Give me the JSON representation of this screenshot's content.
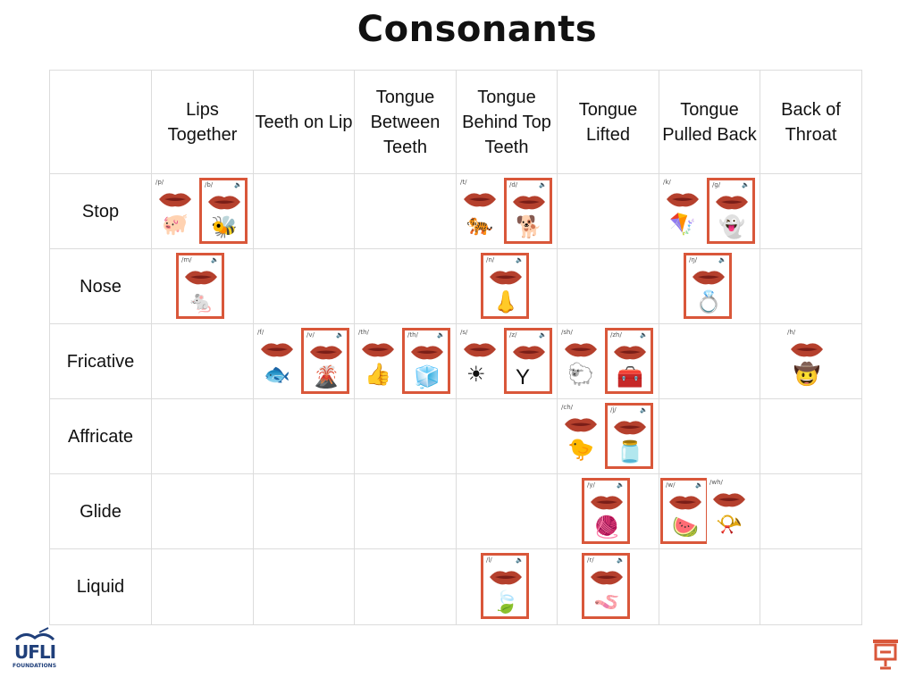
{
  "title": "Consonants",
  "columns": [
    "Lips Together",
    "Teeth on Lip",
    "Tongue Between Teeth",
    "Tongue Behind Top Teeth",
    "Tongue Lifted",
    "Tongue Pulled Back",
    "Back of Throat"
  ],
  "rows": [
    "Stop",
    "Nose",
    "Fricative",
    "Affricate",
    "Glide",
    "Liquid"
  ],
  "cards": [
    {
      "row": 0,
      "col": 0,
      "slot": 0,
      "label": "/p/",
      "pic": "pig",
      "hl": false,
      "spk": false
    },
    {
      "row": 0,
      "col": 0,
      "slot": 1,
      "label": "/b/",
      "pic": "bee",
      "hl": true,
      "spk": true
    },
    {
      "row": 0,
      "col": 3,
      "slot": 0,
      "label": "/t/",
      "pic": "tiger",
      "hl": false,
      "spk": false
    },
    {
      "row": 0,
      "col": 3,
      "slot": 1,
      "label": "/d/",
      "pic": "dog",
      "hl": true,
      "spk": true
    },
    {
      "row": 0,
      "col": 5,
      "slot": 0,
      "label": "/k/",
      "pic": "kite",
      "hl": false,
      "spk": false
    },
    {
      "row": 0,
      "col": 5,
      "slot": 1,
      "label": "/g/",
      "pic": "ghost",
      "hl": true,
      "spk": true
    },
    {
      "row": 1,
      "col": 0,
      "slot": 2,
      "label": "/m/",
      "pic": "mouse",
      "hl": true,
      "spk": true
    },
    {
      "row": 1,
      "col": 3,
      "slot": 2,
      "label": "/n/",
      "pic": "nose",
      "hl": true,
      "spk": true
    },
    {
      "row": 1,
      "col": 5,
      "slot": 2,
      "label": "/ŋ/",
      "pic": "ring",
      "hl": true,
      "spk": true
    },
    {
      "row": 2,
      "col": 1,
      "slot": 0,
      "label": "/f/",
      "pic": "fish",
      "hl": false,
      "spk": false
    },
    {
      "row": 2,
      "col": 1,
      "slot": 1,
      "label": "/v/",
      "pic": "volcano",
      "hl": true,
      "spk": true
    },
    {
      "row": 2,
      "col": 2,
      "slot": 0,
      "label": "/th/",
      "pic": "thumb",
      "hl": false,
      "spk": false
    },
    {
      "row": 2,
      "col": 2,
      "slot": 1,
      "label": "/th/",
      "pic": "cube",
      "hl": true,
      "spk": true
    },
    {
      "row": 2,
      "col": 3,
      "slot": 0,
      "label": "/s/",
      "pic": "sun",
      "hl": false,
      "spk": false
    },
    {
      "row": 2,
      "col": 3,
      "slot": 1,
      "label": "/z/",
      "pic": "zipper",
      "hl": true,
      "spk": true
    },
    {
      "row": 2,
      "col": 4,
      "slot": 0,
      "label": "/sh/",
      "pic": "sheep",
      "hl": false,
      "spk": false
    },
    {
      "row": 2,
      "col": 4,
      "slot": 1,
      "label": "/zh/",
      "pic": "treasure",
      "hl": true,
      "spk": true
    },
    {
      "row": 2,
      "col": 6,
      "slot": 2,
      "label": "/h/",
      "pic": "hat",
      "hl": false,
      "spk": false
    },
    {
      "row": 3,
      "col": 4,
      "slot": 0,
      "label": "/ch/",
      "pic": "chick",
      "hl": false,
      "spk": false
    },
    {
      "row": 3,
      "col": 4,
      "slot": 1,
      "label": "/j/",
      "pic": "jar",
      "hl": true,
      "spk": true
    },
    {
      "row": 4,
      "col": 4,
      "slot": 2,
      "label": "/y/",
      "pic": "yarn",
      "hl": true,
      "spk": true
    },
    {
      "row": 4,
      "col": 5,
      "slot": 0,
      "label": "/w/",
      "pic": "watermelon",
      "hl": true,
      "spk": true
    },
    {
      "row": 4,
      "col": 5,
      "slot": 1,
      "label": "/wh/",
      "pic": "whistle",
      "hl": false,
      "spk": false
    },
    {
      "row": 5,
      "col": 3,
      "slot": 2,
      "label": "/l/",
      "pic": "leaf",
      "hl": true,
      "spk": true
    },
    {
      "row": 5,
      "col": 4,
      "slot": 2,
      "label": "/r/",
      "pic": "worm",
      "hl": true,
      "spk": true
    }
  ],
  "pics": {
    "pig": "🐖",
    "bee": "🐝",
    "tiger": "🐅",
    "dog": "🐕",
    "kite": "🪁",
    "ghost": "👻",
    "mouse": "🐁",
    "nose": "👃",
    "ring": "💍",
    "fish": "🐟",
    "volcano": "🌋",
    "thumb": "👍",
    "cube": "🧊",
    "sun": "☀",
    "zipper": "Y",
    "sheep": "🐑",
    "treasure": "🧰",
    "hat": "🤠",
    "chick": "🐤",
    "jar": "🫙",
    "yarn": "🧶",
    "watermelon": "🍉",
    "whistle": "📯",
    "leaf": "🍃",
    "worm": "🪱"
  },
  "colors": {
    "highlight": "#d9573a",
    "lips": "#b5402d",
    "mouth": "#7a1e18"
  },
  "logo": {
    "text": "UFLI",
    "subtext": "FOUNDATIONS"
  }
}
